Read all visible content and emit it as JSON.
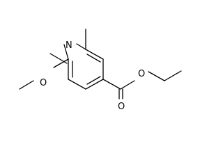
{
  "atoms": {
    "ring_nitrogen": "N",
    "methoxy_oxygen": "O",
    "ester_ether_oxygen": "O",
    "carbonyl_oxygen": "O"
  },
  "colors": {
    "bond": "#000000",
    "background": "#ffffff"
  }
}
